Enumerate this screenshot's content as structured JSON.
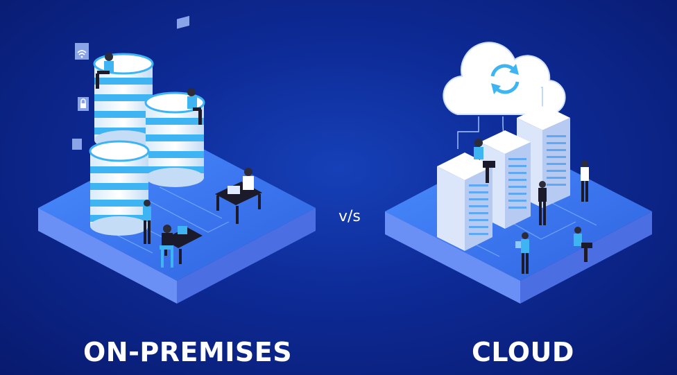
{
  "labels": {
    "left": "ON-PREMISES",
    "vs": "v/s",
    "right": "CLOUD"
  },
  "icons": [
    "wifi-icon",
    "lock-icon",
    "sync-icon",
    "cloud-icon"
  ],
  "colors": {
    "background": "#0d2a95",
    "platform_top": "#3c7cf0",
    "platform_side": "#5e86f2",
    "cylinder_stripe": "#3fb4f2",
    "server": "#e6eefb",
    "text": "#ffffff"
  }
}
